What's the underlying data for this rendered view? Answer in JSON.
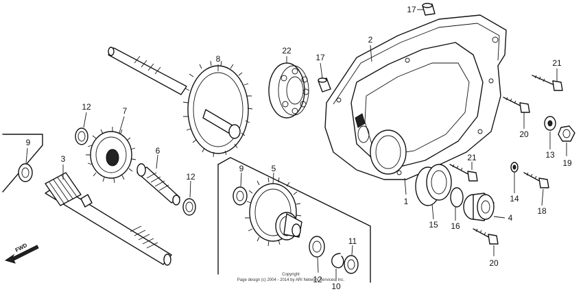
{
  "diagram": {
    "callouts": {
      "p1": "1",
      "p2": "2",
      "p3": "3",
      "p4": "4",
      "p5": "5",
      "p6": "6",
      "p7": "7",
      "p8": "8",
      "p9a": "9",
      "p9b": "9",
      "p10": "10",
      "p11": "11",
      "p12a": "12",
      "p12b": "12",
      "p12c": "12",
      "p13": "13",
      "p14": "14",
      "p15": "15",
      "p16": "16",
      "p17a": "17",
      "p17b": "17",
      "p18": "18",
      "p19": "19",
      "p20a": "20",
      "p20b": "20",
      "p21a": "21",
      "p21b": "21",
      "p22": "22"
    },
    "fwd_label": "FWD",
    "copyright_line1": "Copyright",
    "copyright_line2": "Page design (c) 2004 - 2014 by ARI Network Services, Inc."
  }
}
